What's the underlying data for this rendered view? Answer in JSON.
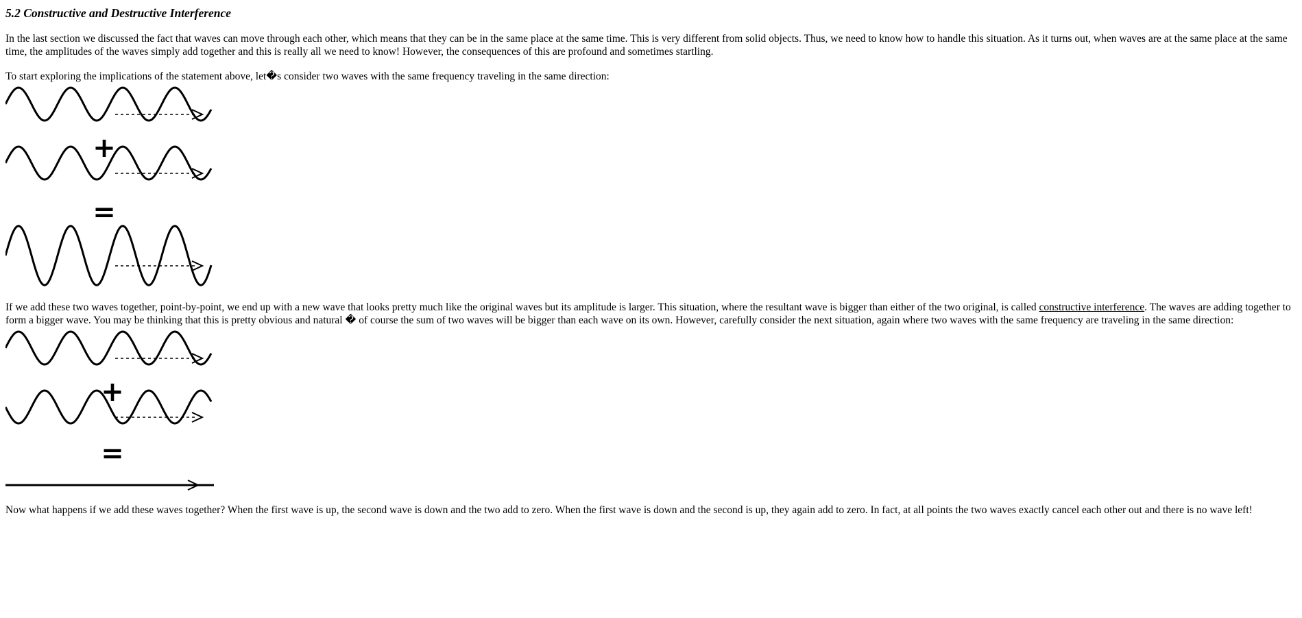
{
  "section": {
    "title": "5.2 Constructive and Destructive Interference"
  },
  "paragraphs": {
    "intro": "In the last section we discussed the fact that waves can move through each other, which means that they can be in the same place at the same time. This is very different from solid objects. Thus, we need to know how to handle this situation. As it turns out, when waves are at the same place at the same time, the amplitudes of the waves simply add together and this is really all we need to know! However, the consequences of this are profound and sometimes startling.",
    "start": "To start exploring the implications of the statement above, let�s consider two waves with the same frequency traveling in the same direction:",
    "constructive_before": "If we add these two waves together, point-by-point, we end up with a new wave that looks pretty much like the original waves but its amplitude is larger. This situation, where the resultant wave is bigger than either of the two original, is called ",
    "constructive_link": "constructive interference",
    "constructive_after": ". The waves are adding together to form a bigger wave. You may be thinking that this is pretty obvious and natural � of course the sum of two waves will be bigger than each wave on its own. However, carefully consider the next situation, again where two waves with the same frequency are traveling in the same direction:",
    "destructive": "Now what happens if we add these waves together? When the first wave is up, the second wave is down and the two add to zero. When the first wave is down and the second is up, they again add to zero. In fact, at all points the two waves exactly cancel each other out and there is no wave left!"
  },
  "figures": {
    "constructive": {
      "plus_sign": "+",
      "equals_sign": "=",
      "input_amplitude": 1,
      "result_amplitude": 2
    },
    "destructive": {
      "plus_sign": "+",
      "equals_sign": "=",
      "input_amplitude": 1,
      "result_amplitude": 0
    }
  },
  "colors": {
    "text": "#000000",
    "background": "#ffffff"
  }
}
